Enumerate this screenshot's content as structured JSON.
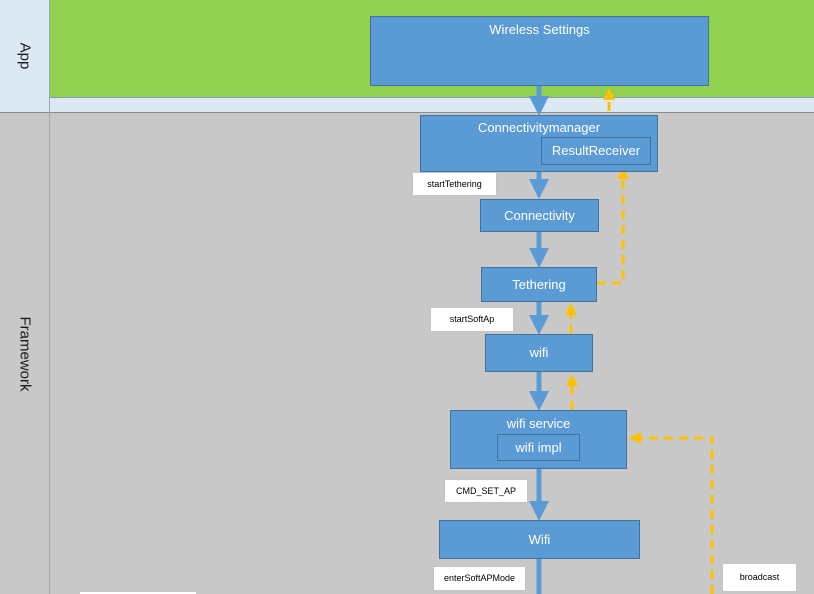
{
  "lanes": {
    "app": "App",
    "framework": "Framework"
  },
  "boxes": {
    "wireless_settings": "Wireless Settings",
    "connectivity_manager": "Connectivitymanager",
    "result_receiver": "ResultReceiver",
    "connectivity": "Connectivity",
    "tethering": "Tethering",
    "wifi": "wifi",
    "wifi_service": "wifi service",
    "wifi_impl": "wifi impl",
    "wifi_native": "Wifi"
  },
  "notes": {
    "start_tethering": "startTethering",
    "start_soft_ap": "startSoftAp",
    "cmd_set_ap": "CMD_SET_AP",
    "enter_soft_ap_mode": "enterSoftAPMode",
    "broadcast": "broadcast"
  },
  "colors": {
    "app_lane": "#92d050",
    "framework_lane": "#c8c8c8",
    "box_fill": "#5b9bd5",
    "call_arrow": "#5b9bd5",
    "callback_arrow": "#ffc000"
  }
}
